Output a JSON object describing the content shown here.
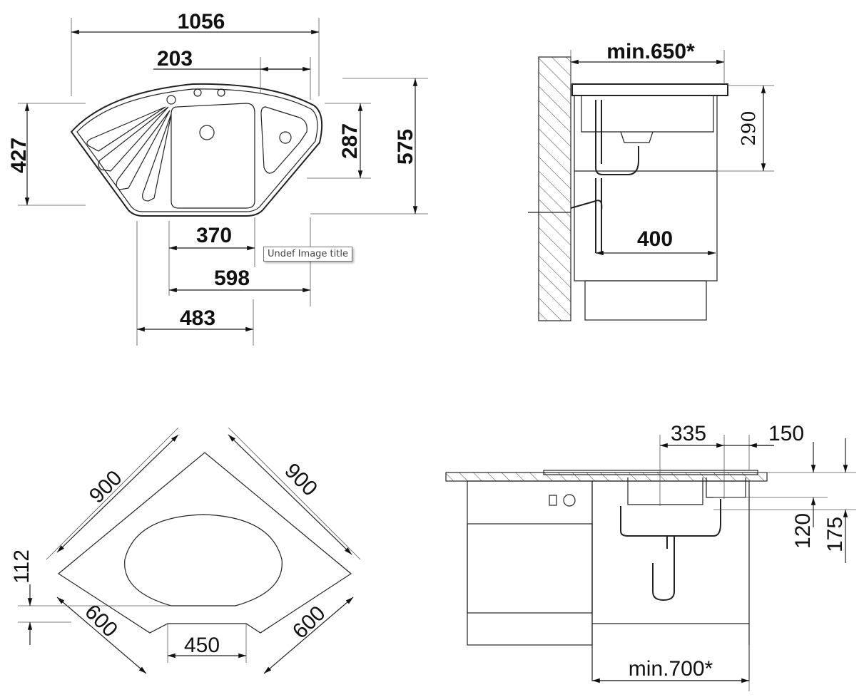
{
  "top_view": {
    "dims": {
      "width_total": "1056",
      "offset_203": "203",
      "height_427": "427",
      "height_287": "287",
      "height_575": "575",
      "w_370": "370",
      "w_598": "598",
      "w_483": "483"
    }
  },
  "side_view": {
    "dims": {
      "min_650": "min.650*",
      "h_290": "290",
      "w_400": "400"
    }
  },
  "cutout_view": {
    "dims": {
      "edge_900_left": "900",
      "edge_900_right": "900",
      "edge_600_left": "600",
      "edge_600_right": "600",
      "bottom_450": "450",
      "offset_112": "112"
    }
  },
  "front_view": {
    "dims": {
      "w_335": "335",
      "w_150": "150",
      "h_120": "120",
      "h_175": "175",
      "min_700": "min.700*"
    }
  },
  "tooltip": {
    "text": "Undef Image title"
  }
}
